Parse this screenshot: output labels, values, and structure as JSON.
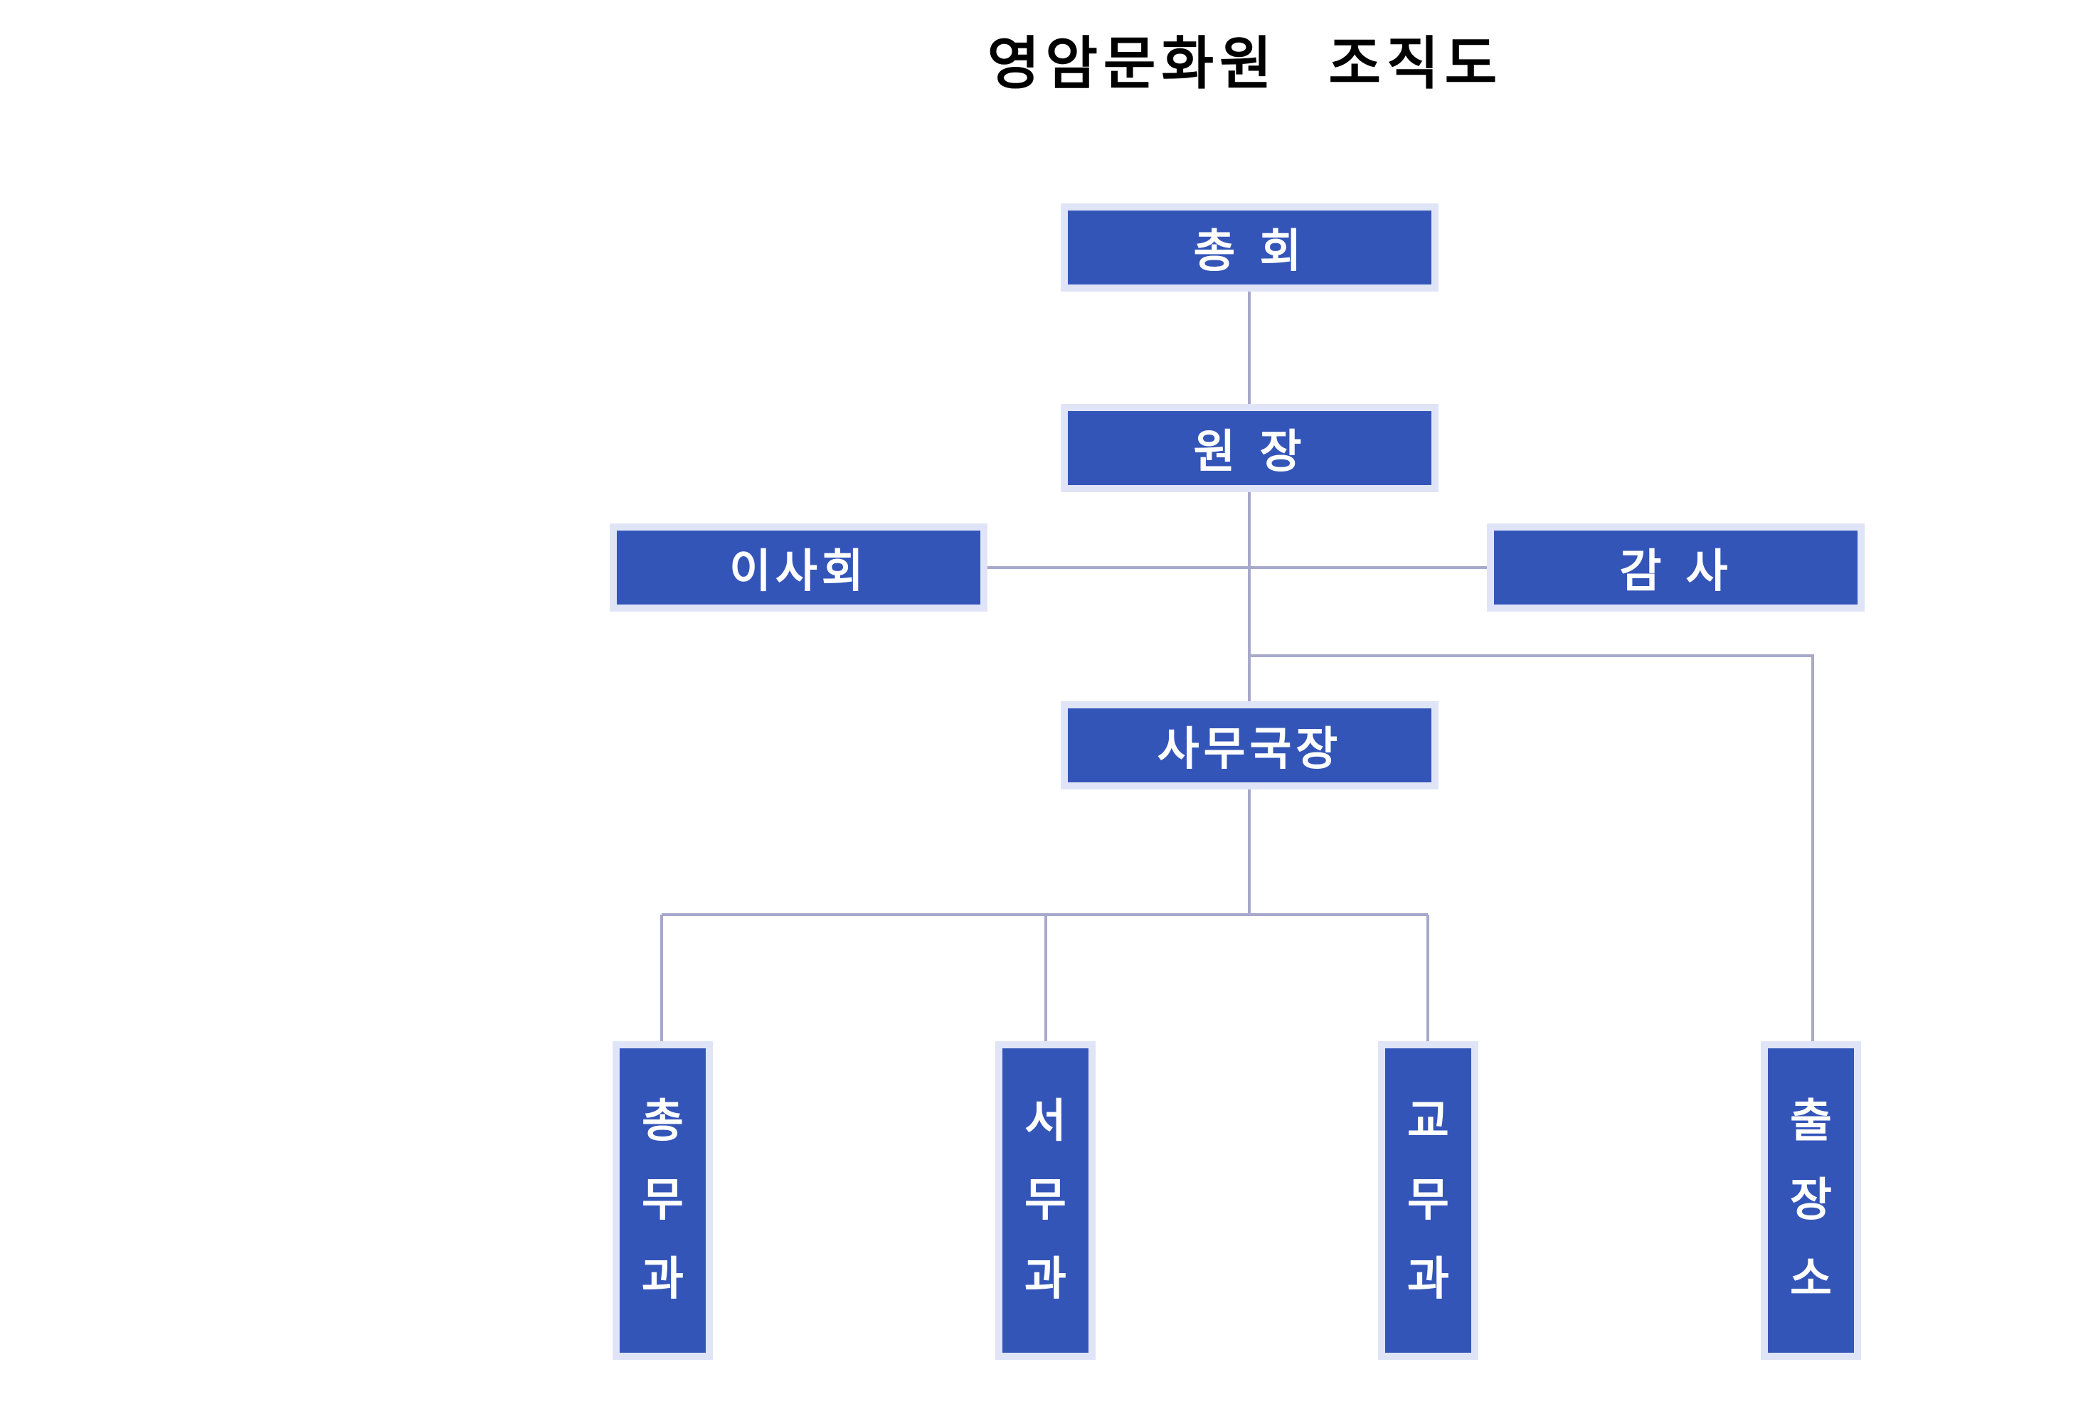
{
  "title": "영암문화원  조직도",
  "colors": {
    "box_fill": "#3455b8",
    "box_border": "#dfe5f6",
    "connector": "#a8a8cc",
    "box_text": "#ffffff"
  },
  "nodes": {
    "general_assembly": "총 회",
    "director": "원 장",
    "board": "이사회",
    "auditor": "감 사",
    "secretary_general": "사무국장",
    "general_affairs": [
      "총",
      "무",
      "과"
    ],
    "records": [
      "서",
      "무",
      "과"
    ],
    "education": [
      "교",
      "무",
      "과"
    ],
    "branch_office": [
      "출",
      "장",
      "소"
    ]
  }
}
